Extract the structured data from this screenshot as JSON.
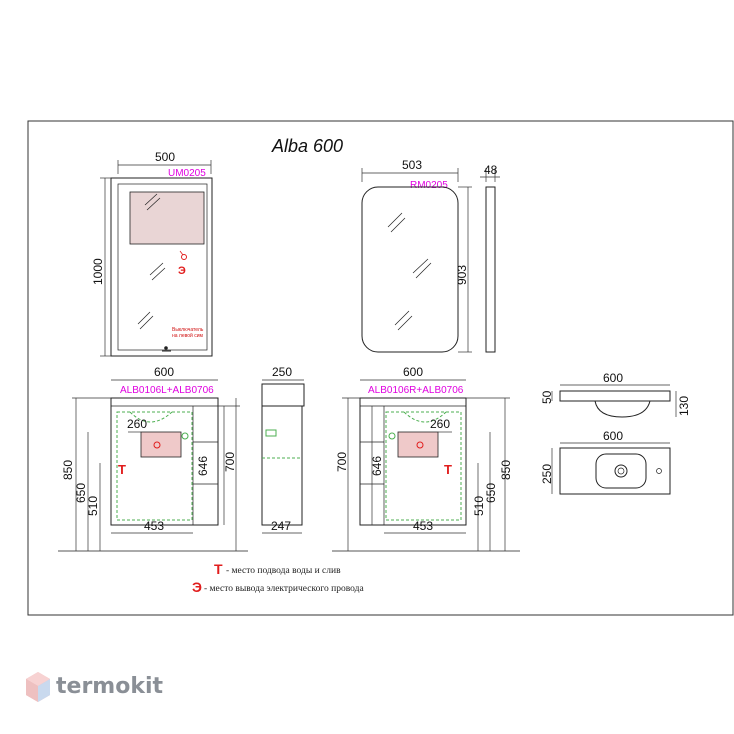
{
  "title": "Alba 600",
  "mirror_led": {
    "code": "UM0205",
    "width": "500",
    "height": "1000",
    "switch_note_1": "Выключатель",
    "switch_note_2": "на левой сим"
  },
  "mirror_round": {
    "code": "RM0205",
    "width": "503",
    "height": "903",
    "depth": "48"
  },
  "vanity_left": {
    "code": "ALB0106L+ALB0706",
    "width": "600",
    "sink_offset": "260",
    "inner_width": "453",
    "h850": "850",
    "h650": "650",
    "h510": "510",
    "h646": "646",
    "h700": "700"
  },
  "vanity_side": {
    "depth_top": "250",
    "depth_bottom": "247"
  },
  "vanity_right": {
    "code": "ALB0106R+ALB0706",
    "width": "600",
    "sink_offset": "260",
    "inner_width": "453",
    "h700": "700",
    "h646": "646",
    "h510": "510",
    "h650": "650",
    "h850": "850"
  },
  "basin": {
    "width_side": "600",
    "height_side": "50",
    "depth_side": "130",
    "width_top": "600",
    "depth_top": "250"
  },
  "legend": [
    {
      "symbol": "Т",
      "text": "- место подвода воды и слив"
    },
    {
      "symbol": "Э",
      "text": "- место вывода электрического провода"
    }
  ],
  "markers": {
    "water": "Т",
    "electric": "Э"
  },
  "brand": {
    "name": "termokit"
  },
  "colors": {
    "frame": "#222222",
    "code_magenta": "#e000e0",
    "marker_red": "#e11d1d",
    "mirror_panel": "#e9d5d5",
    "sink_pink": "#efc9c9",
    "brand_gray": "#8a8f96"
  }
}
